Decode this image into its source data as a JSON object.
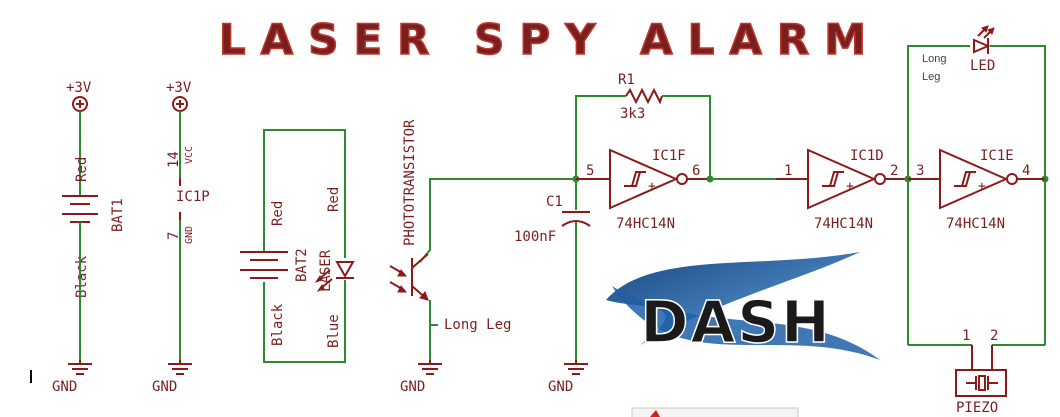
{
  "title": "LASER SPY ALARM",
  "power": {
    "vcc1": "+3V",
    "vcc2": "+3V",
    "gnd_labels": [
      "GND",
      "GND",
      "GND",
      "GND"
    ]
  },
  "bat1": {
    "name": "BAT1",
    "top_wire": "Red",
    "bottom_wire": "Black"
  },
  "ic1p": {
    "name": "IC1P",
    "pin_vcc": "14",
    "vcc_label": "VCC",
    "pin_gnd": "7",
    "gnd_label": "GND"
  },
  "bat2": {
    "name": "BAT2",
    "top_wire": "Red",
    "bottom_wire": "Black"
  },
  "laser": {
    "name": "LASER",
    "top_wire": "Red",
    "bottom_wire": "Blue"
  },
  "phototransistor": {
    "name": "PHOTOTRANSISTOR",
    "leg_note": "Long Leg"
  },
  "r1": {
    "name": "R1",
    "value": "3k3"
  },
  "c1": {
    "name": "C1",
    "value": "100nF"
  },
  "ic1f": {
    "name": "IC1F",
    "part": "74HC14N",
    "pin_in": "5",
    "pin_out": "6"
  },
  "ic1d": {
    "name": "IC1D",
    "part": "74HC14N",
    "pin_in": "1",
    "pin_out": "2"
  },
  "ic1e": {
    "name": "IC1E",
    "part": "74HC14N",
    "pin_in": "3",
    "pin_out": "4"
  },
  "led": {
    "name": "LED",
    "note_line1": "Long",
    "note_line2": "Leg"
  },
  "piezo": {
    "name": "PIEZO",
    "pin1": "1",
    "pin2": "2"
  },
  "logo": {
    "text": "DASH"
  },
  "colors": {
    "wire": "#2f8a2f",
    "part": "#8b1a1a",
    "title_fill": "#f4b6b6",
    "title_stroke": "#c0392b",
    "logo_blue": "#1f5fa8"
  }
}
